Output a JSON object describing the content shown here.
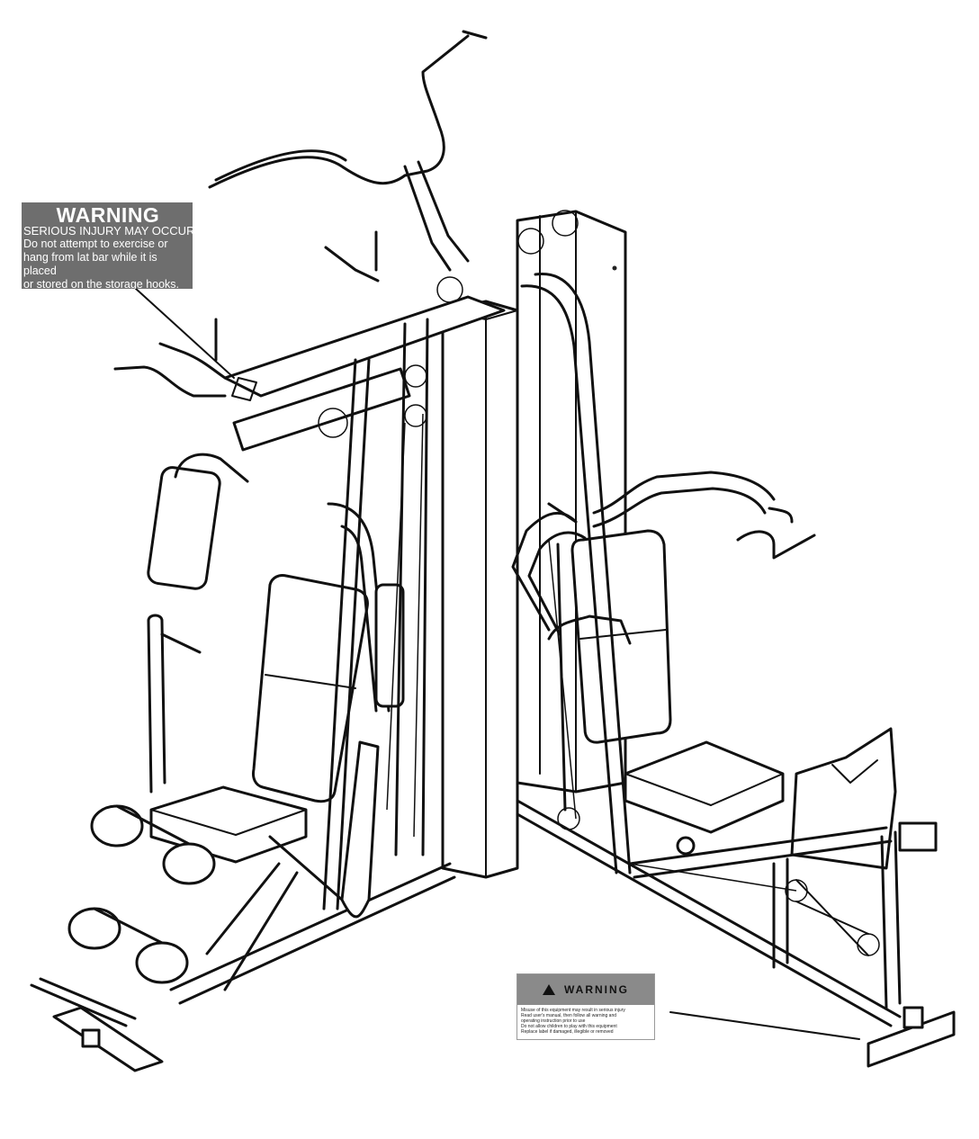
{
  "labels": {
    "top_warning": {
      "title": "WARNING",
      "subtitle": "SERIOUS INJURY MAY OCCUR!",
      "body": "Do not attempt to exercise or\nhang from lat bar while it is placed\nor stored on the storage hooks."
    },
    "bottom_warning": {
      "title": "WARNING",
      "lines": [
        "Misuse of this equipment may result in serious injury",
        "Read user's manual, then follow all warning and",
        "operating instruction prior to use",
        "Do not allow children to play with this equipment",
        "Replace label if damaged, illegible or removed"
      ]
    }
  },
  "colors": {
    "top_warning_bg": "#6e6e6e",
    "bottom_warning_header": "#8a8a8a",
    "line": "#111111"
  },
  "icons": {
    "bottom_warning_symbol": "warning-triangle-icon"
  }
}
